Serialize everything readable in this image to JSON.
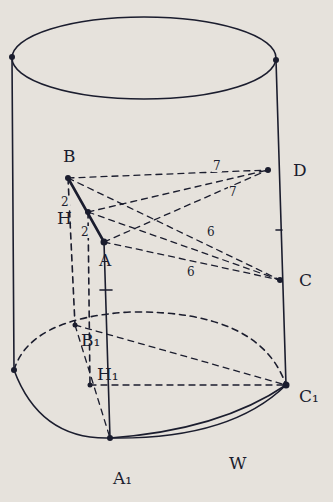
{
  "diagram": {
    "labels": [
      "B",
      "D",
      "7",
      "7",
      "2",
      "H",
      "6",
      "2",
      "A",
      "6",
      "C",
      "B₁",
      "H₁",
      "C₁",
      "A₁",
      "W"
    ]
  }
}
